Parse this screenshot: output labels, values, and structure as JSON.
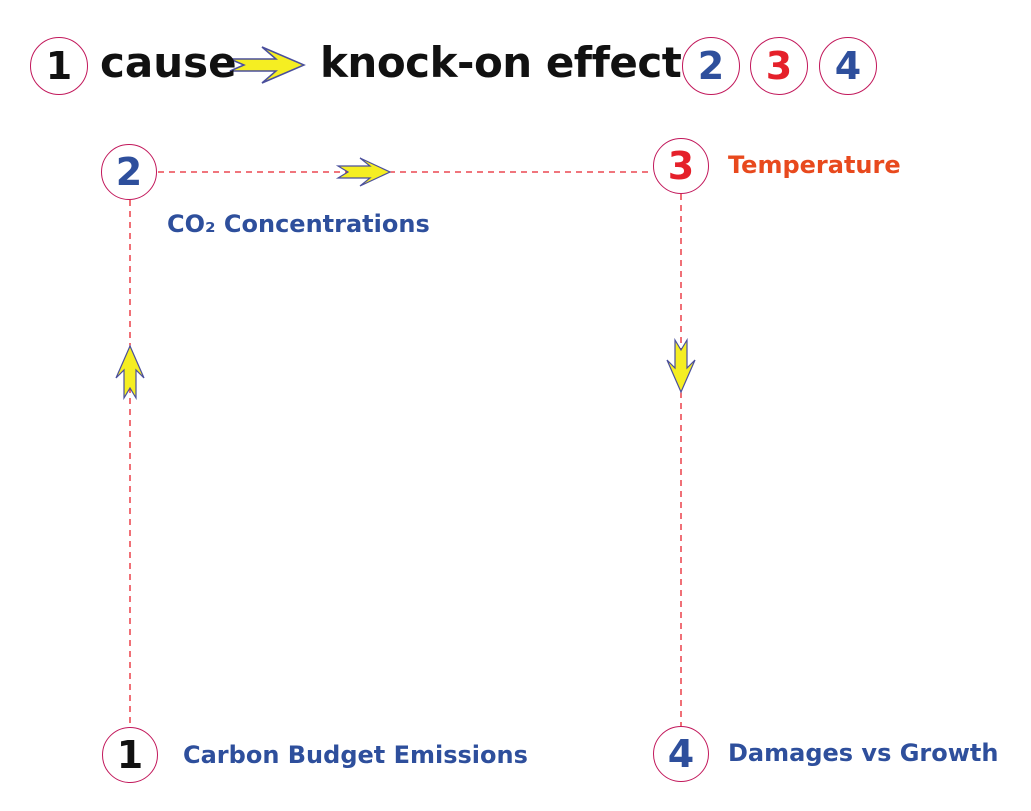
{
  "header": {
    "cause_number": "1",
    "cause_label": "cause",
    "effects_label": "knock-on effects",
    "effect_numbers": [
      "2",
      "3",
      "4"
    ]
  },
  "nodes": [
    {
      "number": "1",
      "label": "Carbon Budget Emissions"
    },
    {
      "number": "2",
      "label": "CO₂ Concentrations"
    },
    {
      "number": "3",
      "label": "Temperature"
    },
    {
      "number": "4",
      "label": "Damages vs Growth"
    }
  ],
  "colors": {
    "black": "#111111",
    "blue": "#2e4f9c",
    "red": "#e5202a",
    "orange_label": "#e8491d",
    "dashed_line": "#e8232e",
    "arrow_fill": "#f5ee22",
    "arrow_stroke": "#4a4f9c",
    "circle_border": "#c2185b"
  }
}
